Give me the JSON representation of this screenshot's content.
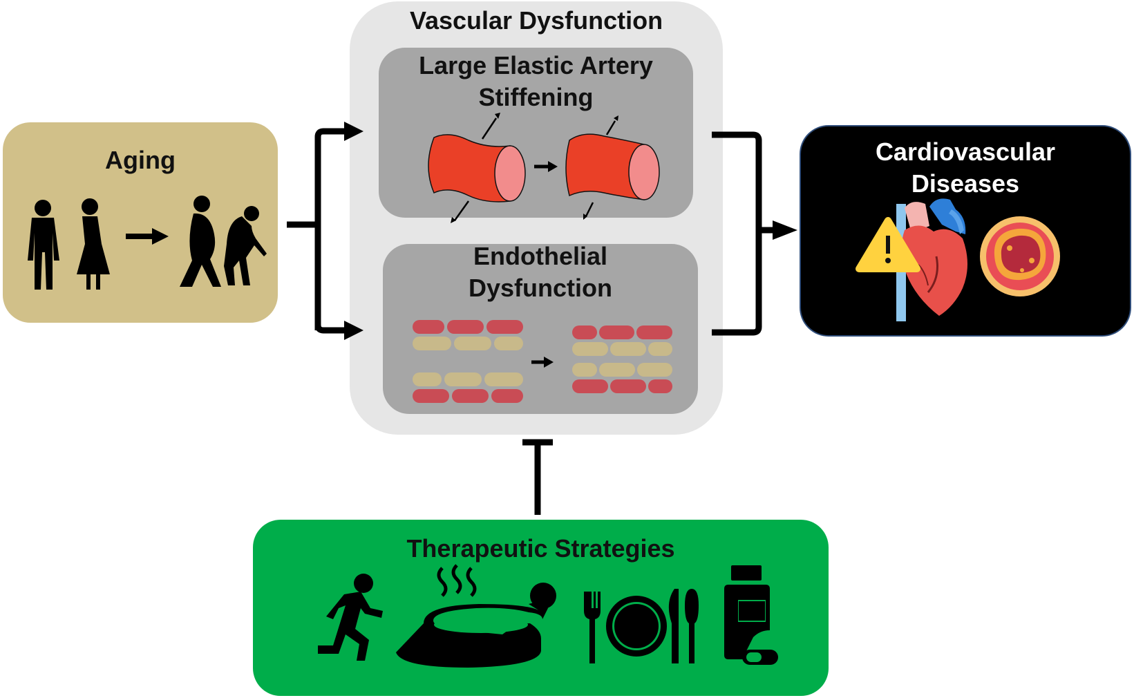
{
  "aging": {
    "title": "Aging"
  },
  "vascular": {
    "title": "Vascular Dysfunction",
    "stiffening": {
      "title_line1": "Large Elastic Artery",
      "title_line2": "Stiffening"
    },
    "endothelial": {
      "title_line1": "Endothelial",
      "title_line2": "Dysfunction"
    }
  },
  "cvd": {
    "title_line1": "Cardiovascular",
    "title_line2": "Diseases"
  },
  "therapy": {
    "title": "Therapeutic Strategies"
  },
  "icons": {
    "aging": [
      "young-man-icon",
      "young-woman-icon",
      "old-man-walking-icon",
      "old-woman-bent-icon"
    ],
    "cvd": [
      "warning-icon",
      "heart-icon",
      "artery-plaque-icon"
    ],
    "therapy": [
      "running-icon",
      "hot-tub-icon",
      "plate-cutlery-icon",
      "medication-bottle-icon"
    ]
  },
  "colors": {
    "aging_bg": "#d1c089",
    "vascular_bg": "#e6e6e6",
    "panel_bg": "#a6a6a6",
    "cvd_bg": "#000000",
    "therapy_bg": "#00ad4a",
    "artery_red": "#ea4027",
    "cell_red": "#c94c55",
    "cell_tan": "#c8b98a"
  }
}
